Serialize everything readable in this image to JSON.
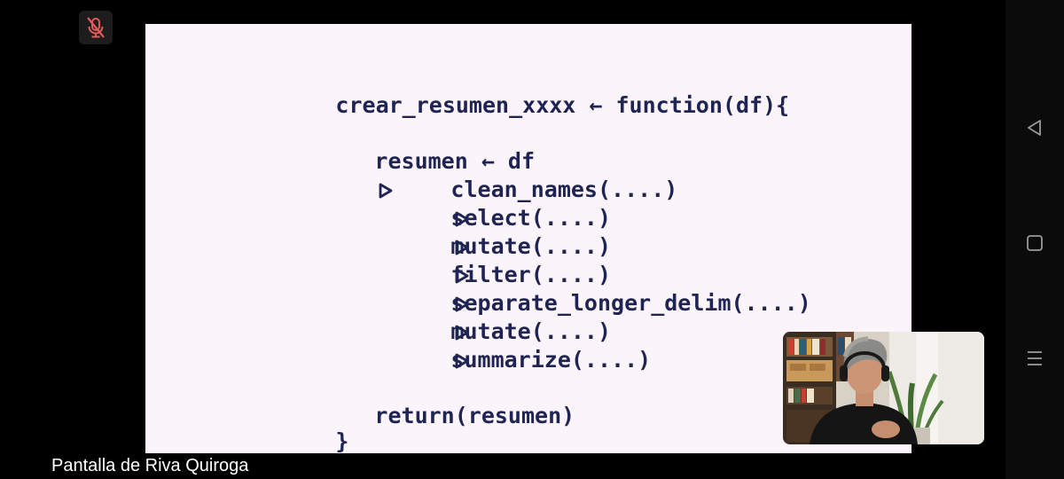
{
  "meeting": {
    "share_label": "Pantalla de Riva Quiroga"
  },
  "toolbar": {
    "mic_state": "muted",
    "mic_icon": "mic-muted-icon",
    "mic_color": "#e25a5a"
  },
  "slide": {
    "background": "#fbf5fb",
    "text_color": "#1f2452",
    "code_lines": [
      {
        "text": "crear_resumen_xxxx ← function(df){",
        "pipe": false
      },
      {
        "text": "resumen ← df",
        "pipe": true
      },
      {
        "text": "clean_names(....)",
        "pipe": true
      },
      {
        "text": "select(....)",
        "pipe": true
      },
      {
        "text": "mutate(....)",
        "pipe": true
      },
      {
        "text": "filter(....)",
        "pipe": true
      },
      {
        "text": "separate_longer_delim(....)",
        "pipe": true
      },
      {
        "text": "mutate(....)",
        "pipe": true
      },
      {
        "text": "summarize(....)",
        "pipe": false
      },
      {
        "text": "return(resumen)",
        "pipe": false
      },
      {
        "text": "}",
        "pipe": false
      }
    ]
  },
  "nav_bar": {
    "icons": [
      "back-icon",
      "home-icon",
      "menu-icon"
    ]
  },
  "video": {
    "participant_icon": "participant-video-icon"
  }
}
